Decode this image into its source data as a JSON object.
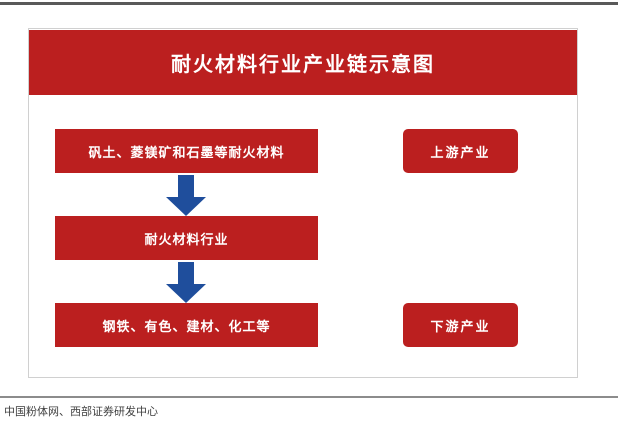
{
  "figure": {
    "title": "耐火材料行业产业链示意图",
    "accent_red": "#bb1f1f",
    "arrow_blue": "#1f4e9c",
    "frame_border": "#d0d0d0"
  },
  "chain": {
    "nodes": [
      {
        "id": "upstream-materials",
        "label": "矾土、菱镁矿和石墨等耐火材料"
      },
      {
        "id": "industry",
        "label": "耐火材料行业"
      },
      {
        "id": "downstream-users",
        "label": "钢铁、有色、建材、化工等"
      }
    ],
    "arrows": [
      {
        "id": "materials-to-industry",
        "direction": "down",
        "icon": "arrow-down-icon"
      },
      {
        "id": "industry-to-users",
        "direction": "down",
        "icon": "arrow-down-icon"
      }
    ]
  },
  "side_labels": [
    {
      "id": "upstream-sector",
      "label": "上游产业"
    },
    {
      "id": "downstream-sector",
      "label": "下游产业"
    }
  ],
  "source": {
    "text": "源：中国粉体网、西部证券研发中心"
  }
}
